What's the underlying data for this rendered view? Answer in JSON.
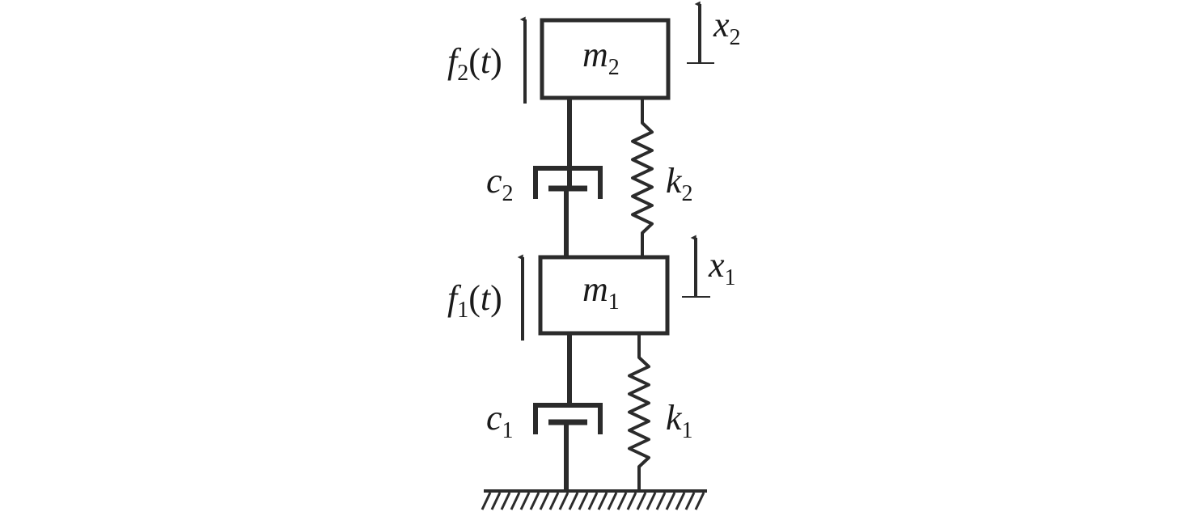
{
  "diagram": {
    "colors": {
      "stroke": "#2b2b2b",
      "background": "#ffffff"
    },
    "masses": [
      {
        "symbol": "m",
        "subscript": "2"
      },
      {
        "symbol": "m",
        "subscript": "1"
      }
    ],
    "forces": [
      {
        "symbol": "f",
        "subscript": "2",
        "open": "(",
        "arg": "t",
        "close": ")"
      },
      {
        "symbol": "f",
        "subscript": "1",
        "open": "(",
        "arg": "t",
        "close": ")"
      }
    ],
    "displacements": [
      {
        "symbol": "x",
        "subscript": "2"
      },
      {
        "symbol": "x",
        "subscript": "1"
      }
    ],
    "dampers": [
      {
        "symbol": "c",
        "subscript": "2"
      },
      {
        "symbol": "c",
        "subscript": "1"
      }
    ],
    "springs": [
      {
        "symbol": "k",
        "subscript": "2"
      },
      {
        "symbol": "k",
        "subscript": "1"
      }
    ]
  }
}
